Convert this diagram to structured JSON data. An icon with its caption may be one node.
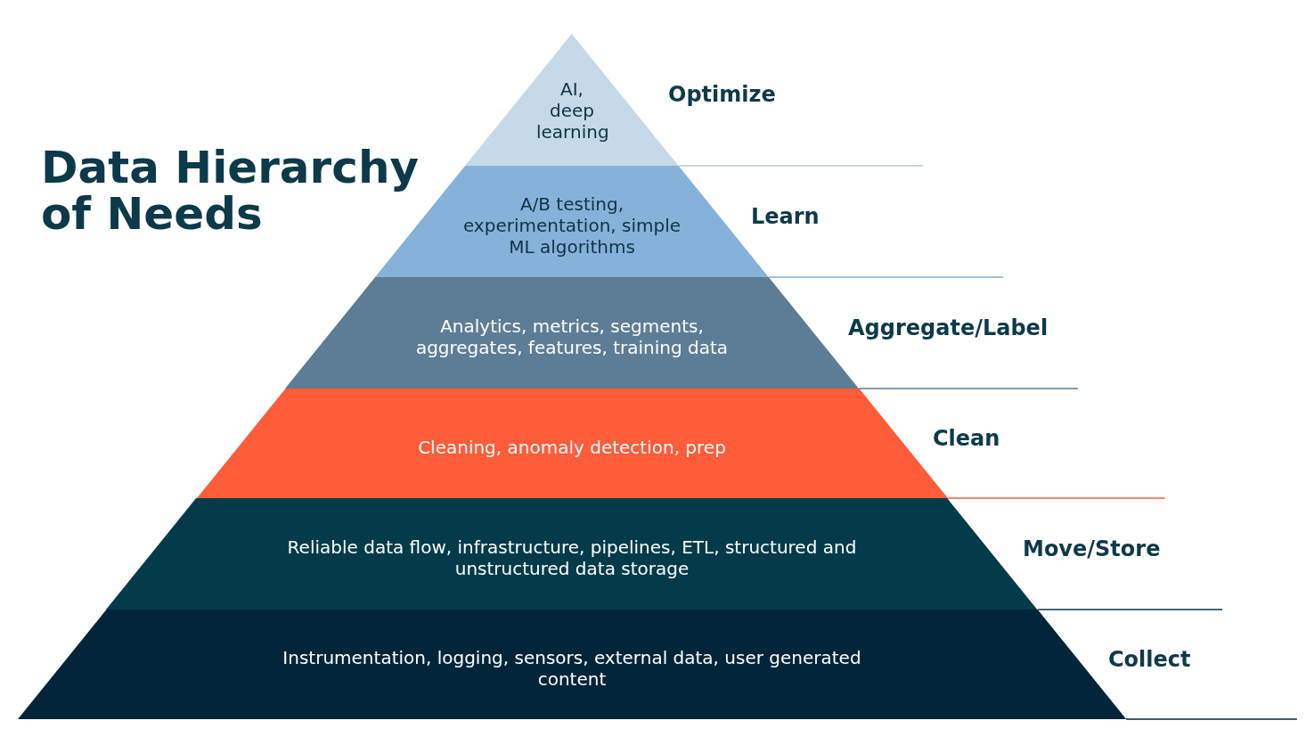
{
  "diagram": {
    "title": "Data Hierarchy of Needs",
    "nodes": [
      {
        "text": [
          "AI, deep learning"
        ],
        "beside": [
          "Optimize"
        ]
      },
      {
        "text": [
          "A/B testing, experimentation, simple ML algorithms"
        ],
        "beside": [
          "Learn"
        ]
      },
      {
        "text": [
          "Analytics, metrics, segments, aggregates, features, training data"
        ],
        "beside": [
          "Aggregate/Label"
        ]
      },
      {
        "text": [
          "Cleaning, anomaly detection, prep"
        ],
        "beside": [
          "Clean"
        ]
      },
      {
        "text": [
          "Reliable data flow, infrastructure, pipelines, ETL, structured and unstructured data storage"
        ],
        "beside": [
          "Move/Store"
        ]
      },
      {
        "text": [
          "Instrumentation, logging, sensors, external data, user generated content"
        ],
        "beside": [
          "Collect"
        ]
      }
    ],
    "edges": []
  }
}
